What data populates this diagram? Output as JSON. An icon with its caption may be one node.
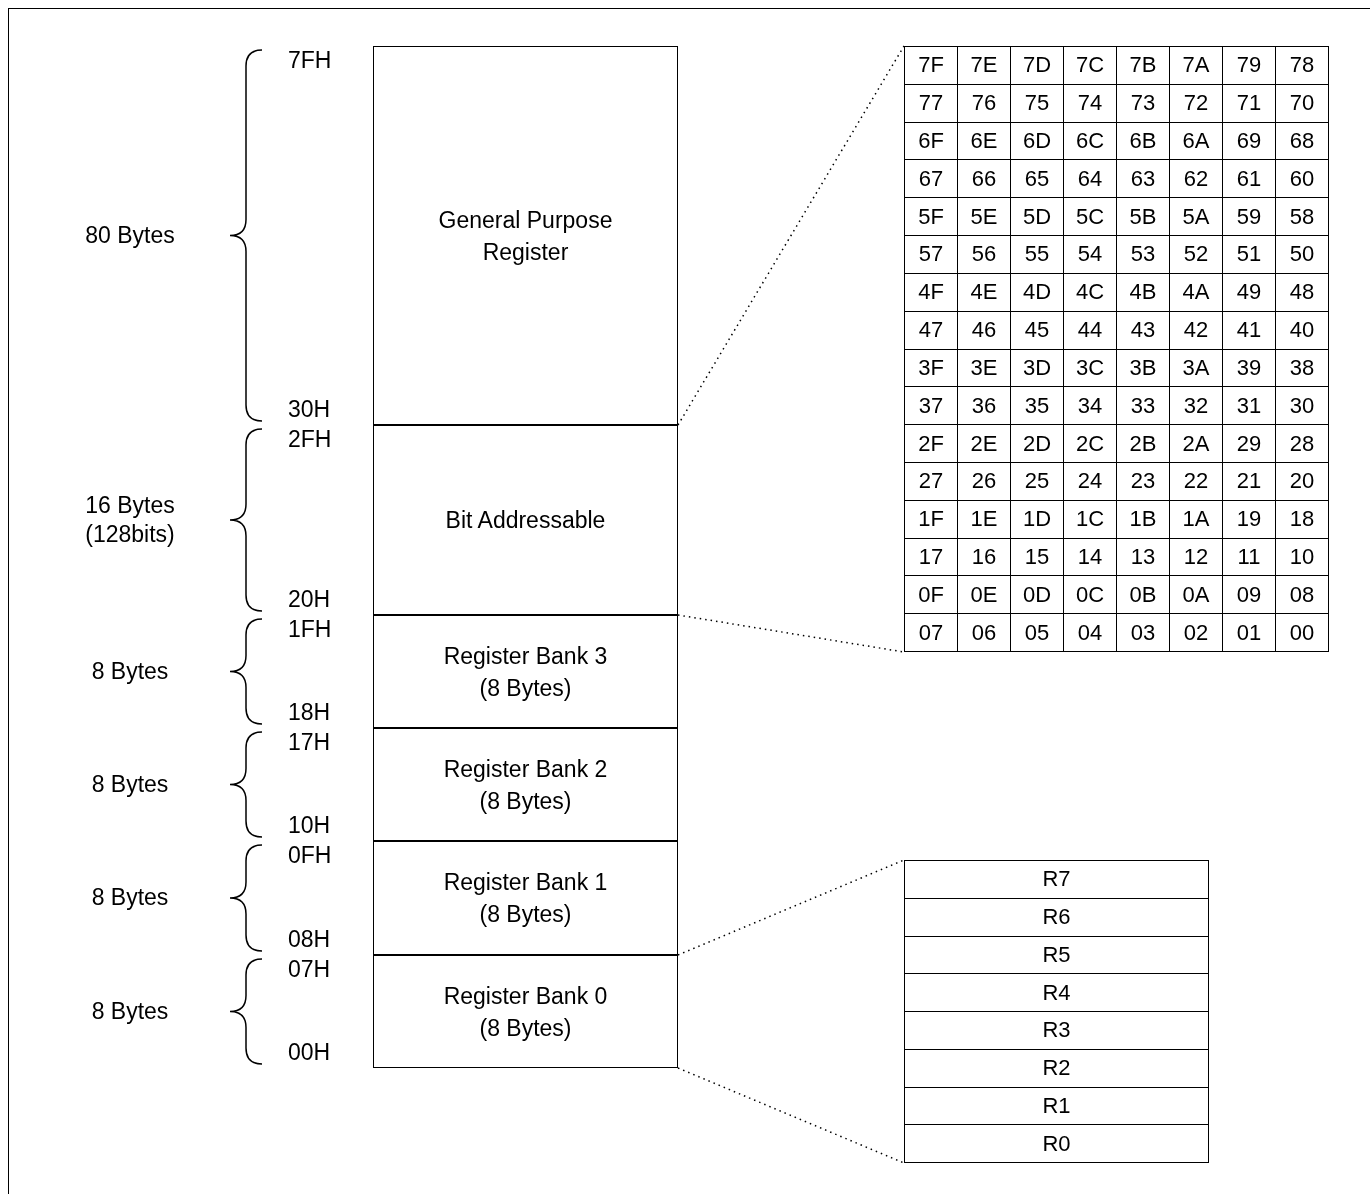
{
  "diagram": {
    "nodes": [
      {
        "text": [
          "General Purpose Register"
        ]
      },
      {
        "text": [
          "Bit Addressable"
        ]
      },
      {
        "text": [
          "Register Bank 3 (8 Bytes)"
        ]
      },
      {
        "text": [
          "Register Bank 2 (8 Bytes)"
        ]
      },
      {
        "text": [
          "Register Bank 1 (8 Bytes)"
        ]
      },
      {
        "text": [
          "Register Bank 0 (8 Bytes)"
        ]
      },
      {
        "text": [],
        "shape": "box"
      },
      {
        "text": [],
        "shape": "box"
      }
    ],
    "edges": [
      {
        "from": 1,
        "to": 6,
        "arrow": "none",
        "style": "dashed"
      },
      {
        "from": 1,
        "to": 6,
        "arrow": "none",
        "style": "dashed"
      },
      {
        "from": 5,
        "to": 7,
        "arrow": "none",
        "style": "dashed"
      },
      {
        "from": 5,
        "to": 7,
        "arrow": "none",
        "style": "dashed"
      }
    ],
    "labels": [
      "80 Bytes",
      "7FH",
      "30H",
      "16 Bytes (128bits)",
      "2FH",
      "20H",
      "8 Bytes",
      "1FH",
      "18H",
      "8 Bytes",
      "17H",
      "10H",
      "8 Bytes",
      "0FH",
      "08H",
      "8 Bytes",
      "07H",
      "00H",
      "7F",
      "7E",
      "7D",
      "7C",
      "7B",
      "7A",
      "79",
      "78",
      "77",
      "76",
      "75",
      "74",
      "73",
      "72",
      "71",
      "70",
      "6F",
      "6E",
      "6D",
      "6C",
      "6B",
      "6A",
      "69",
      "68",
      "67",
      "66",
      "65",
      "64",
      "63",
      "62",
      "61",
      "60",
      "5F",
      "5E",
      "5D",
      "5C",
      "5B",
      "5A",
      "59",
      "58",
      "57",
      "56",
      "55",
      "54",
      "53",
      "52",
      "51",
      "50",
      "4F",
      "4E",
      "4D",
      "4C",
      "4B",
      "4A",
      "49",
      "48",
      "47",
      "46",
      "45",
      "44",
      "43",
      "42",
      "41",
      "40",
      "3F",
      "3E",
      "3D",
      "3C",
      "3B",
      "3A",
      "39",
      "38",
      "37",
      "36",
      "35",
      "34",
      "33",
      "32",
      "31",
      "30",
      "2F",
      "2E",
      "2D",
      "2C",
      "2B",
      "2A",
      "29",
      "28",
      "27",
      "26",
      "25",
      "24",
      "23",
      "22",
      "21",
      "20",
      "1F",
      "1E",
      "1D",
      "1C",
      "1B",
      "1A",
      "19",
      "18",
      "17",
      "16",
      "15",
      "14",
      "13",
      "12",
      "11",
      "10",
      "0F",
      "0E",
      "0D",
      "0C",
      "0B",
      "0A",
      "09",
      "08",
      "07",
      "06",
      "05",
      "04",
      "03",
      "02",
      "01",
      "00",
      "R7",
      "R6",
      "R5",
      "R4",
      "R3",
      "R2",
      "R1",
      "R0"
    ]
  }
}
